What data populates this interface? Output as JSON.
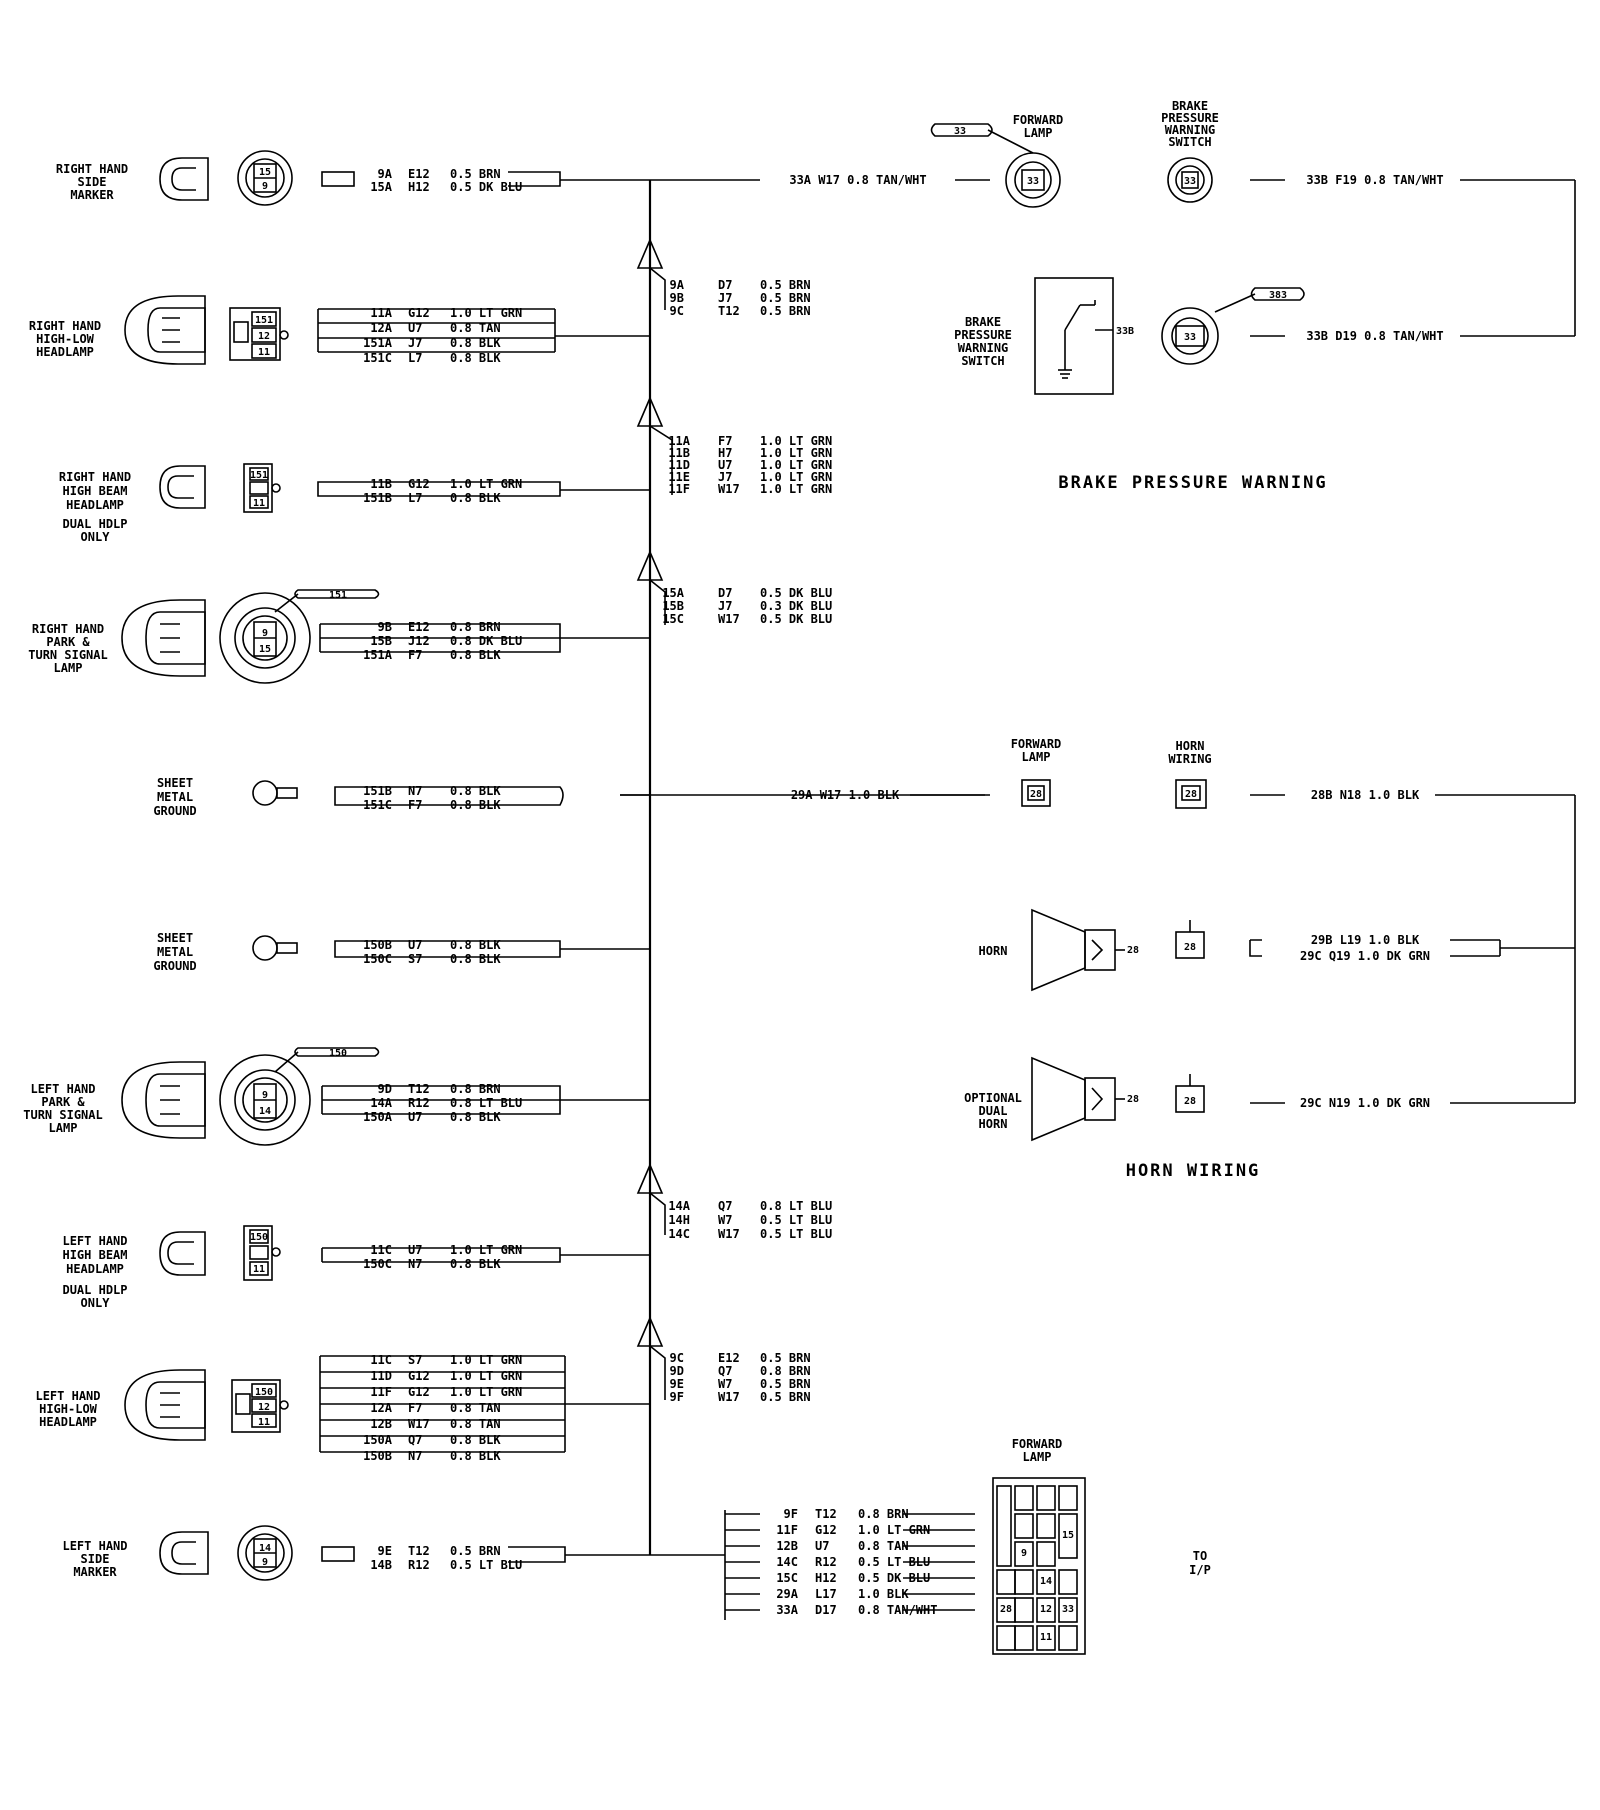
{
  "components": {
    "rh_side_marker": [
      "RIGHT HAND",
      "SIDE",
      "MARKER"
    ],
    "rh_high_low": [
      "RIGHT HAND",
      "HIGH-LOW",
      "HEADLAMP"
    ],
    "rh_high_beam": [
      "RIGHT HAND",
      "HIGH BEAM",
      "HEADLAMP"
    ],
    "rh_high_beam_note": [
      "DUAL HDLP",
      "ONLY"
    ],
    "rh_park_turn": [
      "RIGHT HAND",
      "PARK &",
      "TURN SIGNAL",
      "LAMP"
    ],
    "ground_1": [
      "SHEET",
      "METAL",
      "GROUND"
    ],
    "ground_2": [
      "SHEET",
      "METAL",
      "GROUND"
    ],
    "lh_park_turn": [
      "LEFT HAND",
      "PARK &",
      "TURN SIGNAL",
      "LAMP"
    ],
    "lh_high_beam": [
      "LEFT HAND",
      "HIGH BEAM",
      "HEADLAMP"
    ],
    "lh_high_beam_note": [
      "DUAL HDLP",
      "ONLY"
    ],
    "lh_high_low": [
      "LEFT HAND",
      "HIGH-LOW",
      "HEADLAMP"
    ],
    "lh_side_marker": [
      "LEFT HAND",
      "SIDE",
      "MARKER"
    ],
    "forward_lamp_top": [
      "FORWARD",
      "LAMP"
    ],
    "brake_switch_top": [
      "BRAKE",
      "PRESSURE",
      "WARNING",
      "SWITCH"
    ],
    "brake_switch_left": [
      "BRAKE",
      "PRESSURE",
      "WARNING",
      "SWITCH"
    ],
    "forward_lamp_mid": [
      "FORWARD",
      "LAMP"
    ],
    "horn_wiring_conn": [
      "HORN",
      "WIRING"
    ],
    "horn": [
      "HORN"
    ],
    "optional_horn": [
      "OPTIONAL",
      "DUAL",
      "HORN"
    ],
    "forward_lamp_bottom": [
      "FORWARD",
      "LAMP"
    ],
    "to_ip": [
      "TO",
      "I/P"
    ]
  },
  "section_titles": {
    "brake": "BRAKE PRESSURE WARNING",
    "horn": "HORN WIRING"
  },
  "callouts": {
    "c33": "33",
    "c383": "383",
    "c151": "151",
    "c150": "150"
  },
  "pin_labels": {
    "rh_marker": [
      "15",
      "9"
    ],
    "rh_hl": [
      "151",
      "12",
      "11"
    ],
    "rh_hb": [
      "151",
      "11"
    ],
    "rh_park": [
      "9",
      "15"
    ],
    "lh_park": [
      "9",
      "14"
    ],
    "lh_hb": [
      "150",
      "11"
    ],
    "lh_hl": [
      "150",
      "12",
      "11"
    ],
    "lh_marker": [
      "14",
      "9"
    ],
    "fwd_top": "33",
    "brake_sw": "33",
    "brake_conn": "33",
    "brake_box": "33B",
    "fwd_mid": "28",
    "horn_conn": "28",
    "horn_pin": "28",
    "horn_small": "28",
    "opt_horn_pin": "28",
    "opt_small": "28",
    "bottom_block": [
      "15",
      "9",
      "14",
      "28",
      "12",
      "33",
      "11"
    ]
  },
  "wire_groups": {
    "rh_marker": [
      {
        "id": "9A",
        "pin": "E12",
        "spec": "0.5 BRN"
      },
      {
        "id": "15A",
        "pin": "H12",
        "spec": "0.5 DK BLU"
      }
    ],
    "rh_high_low": [
      {
        "id": "11A",
        "pin": "G12",
        "spec": "1.0 LT GRN"
      },
      {
        "id": "12A",
        "pin": "U7",
        "spec": "0.8 TAN"
      },
      {
        "id": "151A",
        "pin": "J7",
        "spec": "0.8 BLK"
      },
      {
        "id": "151C",
        "pin": "L7",
        "spec": "0.8 BLK"
      }
    ],
    "rh_high_beam": [
      {
        "id": "11B",
        "pin": "G12",
        "spec": "1.0 LT GRN"
      },
      {
        "id": "151B",
        "pin": "L7",
        "spec": "0.8 BLK"
      }
    ],
    "rh_park": [
      {
        "id": "9B",
        "pin": "E12",
        "spec": "0.8 BRN"
      },
      {
        "id": "15B",
        "pin": "J12",
        "spec": "0.8 DK BLU"
      },
      {
        "id": "151A",
        "pin": "F7",
        "spec": "0.8 BLK"
      }
    ],
    "ground_1": [
      {
        "id": "151B",
        "pin": "N7",
        "spec": "0.8 BLK"
      },
      {
        "id": "151C",
        "pin": "F7",
        "spec": "0.8 BLK"
      }
    ],
    "ground_2": [
      {
        "id": "150B",
        "pin": "U7",
        "spec": "0.8 BLK"
      },
      {
        "id": "150C",
        "pin": "S7",
        "spec": "0.8 BLK"
      }
    ],
    "lh_park": [
      {
        "id": "9D",
        "pin": "T12",
        "spec": "0.8 BRN"
      },
      {
        "id": "14A",
        "pin": "R12",
        "spec": "0.8 LT BLU"
      },
      {
        "id": "150A",
        "pin": "U7",
        "spec": "0.8 BLK"
      }
    ],
    "lh_high_beam": [
      {
        "id": "11C",
        "pin": "U7",
        "spec": "1.0 LT GRN"
      },
      {
        "id": "150C",
        "pin": "N7",
        "spec": "0.8 BLK"
      }
    ],
    "lh_high_low": [
      {
        "id": "11C",
        "pin": "S7",
        "spec": "1.0 LT GRN"
      },
      {
        "id": "11D",
        "pin": "G12",
        "spec": "1.0 LT GRN"
      },
      {
        "id": "11F",
        "pin": "G12",
        "spec": "1.0 LT GRN"
      },
      {
        "id": "12A",
        "pin": "F7",
        "spec": "0.8 TAN"
      },
      {
        "id": "12B",
        "pin": "W17",
        "spec": "0.8 TAN"
      },
      {
        "id": "150A",
        "pin": "Q7",
        "spec": "0.8 BLK"
      },
      {
        "id": "150B",
        "pin": "N7",
        "spec": "0.8 BLK"
      }
    ],
    "lh_marker": [
      {
        "id": "9E",
        "pin": "T12",
        "spec": "0.5 BRN"
      },
      {
        "id": "14B",
        "pin": "R12",
        "spec": "0.5 LT BLU"
      }
    ],
    "splice_9": [
      {
        "id": "9A",
        "pin": "D7",
        "spec": "0.5 BRN"
      },
      {
        "id": "9B",
        "pin": "J7",
        "spec": "0.5 BRN"
      },
      {
        "id": "9C",
        "pin": "T12",
        "spec": "0.5 BRN"
      }
    ],
    "splice_11": [
      {
        "id": "11A",
        "pin": "F7",
        "spec": "1.0 LT GRN"
      },
      {
        "id": "11B",
        "pin": "H7",
        "spec": "1.0 LT GRN"
      },
      {
        "id": "11D",
        "pin": "U7",
        "spec": "1.0 LT GRN"
      },
      {
        "id": "11E",
        "pin": "J7",
        "spec": "1.0 LT GRN"
      },
      {
        "id": "11F",
        "pin": "W17",
        "spec": "1.0 LT GRN"
      }
    ],
    "splice_15": [
      {
        "id": "15A",
        "pin": "D7",
        "spec": "0.5 DK BLU"
      },
      {
        "id": "15B",
        "pin": "J7",
        "spec": "0.3 DK BLU"
      },
      {
        "id": "15C",
        "pin": "W17",
        "spec": "0.5 DK BLU"
      }
    ],
    "splice_14": [
      {
        "id": "14A",
        "pin": "Q7",
        "spec": "0.8 LT BLU"
      },
      {
        "id": "14H",
        "pin": "W7",
        "spec": "0.5 LT BLU"
      },
      {
        "id": "14C",
        "pin": "W17",
        "spec": "0.5 LT BLU"
      }
    ],
    "splice_9b": [
      {
        "id": "9C",
        "pin": "E12",
        "spec": "0.5 BRN"
      },
      {
        "id": "9D",
        "pin": "Q7",
        "spec": "0.8 BRN"
      },
      {
        "id": "9E",
        "pin": "W7",
        "spec": "0.5 BRN"
      },
      {
        "id": "9F",
        "pin": "W17",
        "spec": "0.5 BRN"
      }
    ],
    "bottom_connector": [
      {
        "id": "9F",
        "pin": "T12",
        "spec": "0.8 BRN"
      },
      {
        "id": "11F",
        "pin": "G12",
        "spec": "1.0 LT GRN"
      },
      {
        "id": "12B",
        "pin": "U7",
        "spec": "0.8 TAN"
      },
      {
        "id": "14C",
        "pin": "R12",
        "spec": "0.5 LT BLU"
      },
      {
        "id": "15C",
        "pin": "H12",
        "spec": "0.5 DK BLU"
      },
      {
        "id": "29A",
        "pin": "L17",
        "spec": "1.0 BLK"
      },
      {
        "id": "33A",
        "pin": "D17",
        "spec": "0.8 TAN/WHT"
      }
    ]
  },
  "single_wires": {
    "w33a": "33A   W17   0.8 TAN/WHT",
    "w33b_top": "33B   F19   0.8 TAN/WHT",
    "w33b_bot": "33B   D19   0.8 TAN/WHT",
    "w29a": "29A   W17   1.0 BLK",
    "w28b": "28B   N18   1.0 BLK",
    "w29b": "29B   L19   1.0 BLK",
    "w29c": "29C   Q19   1.0 DK GRN",
    "w29c_opt": "29C   N19   1.0 DK GRN"
  }
}
